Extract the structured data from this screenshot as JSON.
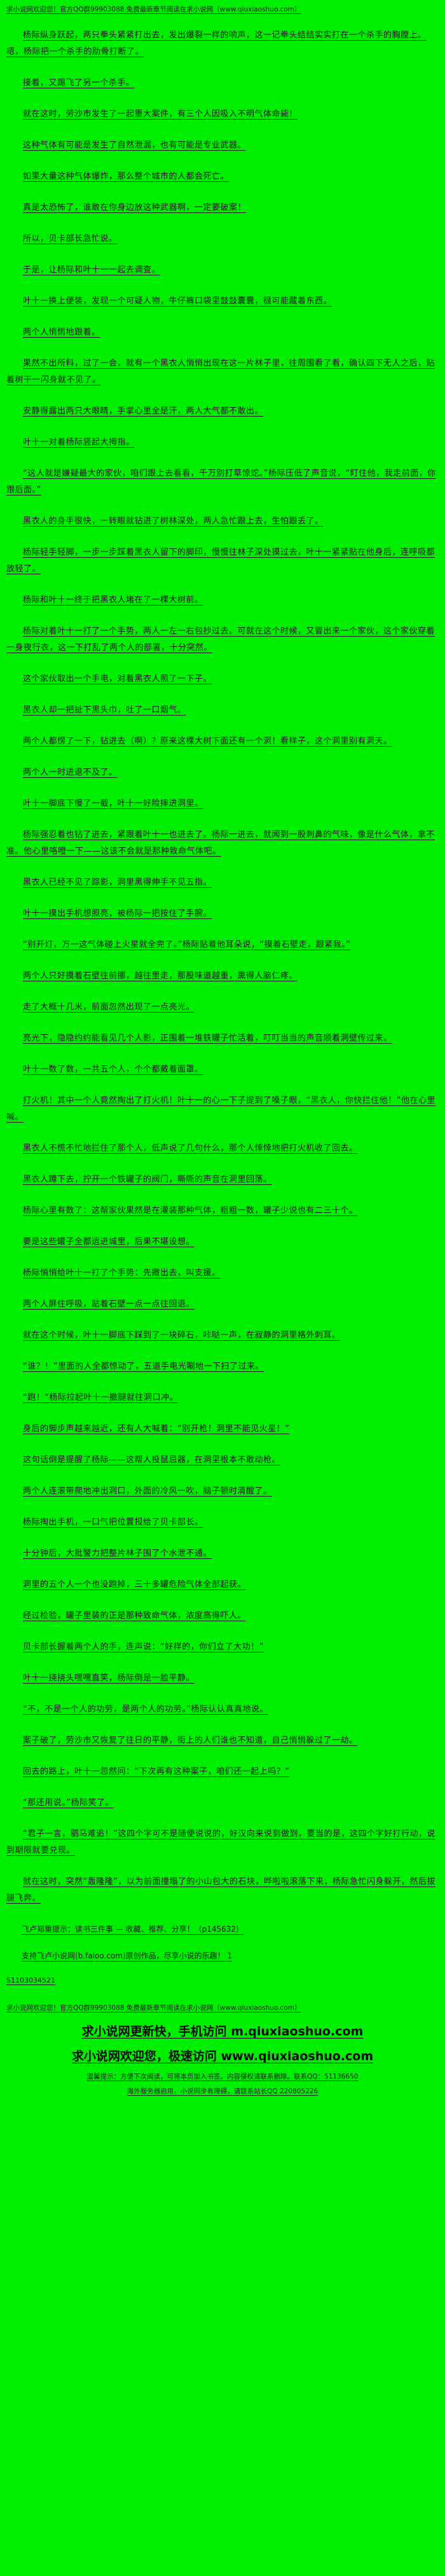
{
  "page": {
    "bg_color": "#00ee00",
    "text_color": "#1b1b1b"
  },
  "header": {
    "notice": "求小说网欢迎您！官方QQ群99903088 免费最新章节阅读在求小说网（www.qiuxiaoshuo.com）"
  },
  "article": {
    "paragraphs": [
      "杨际纵身跃起，两只拳头紧紧打出去，发出爆裂一样的响声，这一记拳头结结实实打在一个杀手的胸膛上。嗯，杨际把一个杀手的肋骨打断了。",
      "接着，又踢飞了另一个杀手。",
      "就在这时，劳沙市发生了一起重大案件，有三个人因吸入不明气体命毙！",
      "这种气体有可能是发生了自然泄漏，也有可能是专业武器。",
      "如果大量这种气体爆炸，那么整个城市的人都会死亡。",
      "真是太恐怖了，谁敢在你身边放这种武器啊，一定要破案！",
      "所以，贝卡部长急忙说。",
      "于是，让杨际和叶十一一起去调查。",
      "叶十一换上便装，发现一个可疑人物，牛仔裤口袋里鼓鼓囊囊，很可能藏着东西。",
      "两个人悄悄地跟着。",
      "果然不出所料，过了一会，就有一个黑衣人悄悄出现在这一片林子里，往周围看了看，确认四下无人之后，贴着树干一闪身就不见了。",
      "安静得露出两只大眼睛，手掌心里全是汗，两人大气都不敢出。",
      "叶十一对着杨际竖起大拇指。",
      "“这人就是嫌疑最大的家伙，咱们跟上去看看，千万别打草惊蛇。”杨际压低了声音说，“盯住他，我走前面，你跟后面。”",
      "黑衣人的身手很快，一转眼就钻进了树林深处，两人急忙跟上去，生怕跟丢了。",
      "杨际轻手轻脚，一步一步踩着黑衣人留下的脚印，慢慢往林子深处摸过去，叶十一紧紧贴在他身后，连呼吸都放轻了。",
      "杨际和叶十一终于把黑衣人堵在了一棵大树前。",
      "杨际对着叶十一打了一个手势，两人一左一右包抄过去。可就在这个时候，又冒出来一个家伙，这个家伙穿着一身夜行衣，这一下打乱了两个人的部署，十分突然。",
      "这个家伙取出一个手电，对着黑衣人照了一下子。",
      "黑衣人却一把扯下黑头巾，吐了一口烟气。",
      "两个人都愣了一下，钻进去（啊）？原来这棵大树下面还有一个洞！看样子，这个洞里别有洞天。",
      "两个人一时进退不及了。",
      "叶十一脚底下慢了一截，叶十一好险摔进洞里。",
      "杨际强忍着也钻了进去，紧跟着叶十一也进去了。杨际一进去，就闻到一股刺鼻的气味，像是什么气体，拿不准。他心里咯噔一下——这该不会就是那种致命气体吧。",
      "黑衣人已经不见了踪影，洞里黑得伸手不见五指。",
      "叶十一摸出手机想照亮，被杨际一把按住了手腕。",
      "“别开灯，万一这气体碰上火星就全完了。”杨际贴着他耳朵说，“摸着石壁走，跟紧我。”",
      "两个人只好摸着石壁往前挪，越往里走，那股味道越重，熏得人脑仁疼。",
      "走了大概十几米，前面忽然出现了一点亮光。",
      "亮光下，隐隐约约能看见几个人影，正围着一堆铁罐子忙活着，叮叮当当的声音顺着洞壁传过来。",
      "叶十一数了数，一共五个人，个个都戴着面罩。",
      "打火机！其中一个人竟然掏出了打火机！叶十一的心一下子提到了嗓子眼，“黑衣人，你快拦住他！”他在心里喊。",
      "黑衣人不慌不忙地拦住了那个人，低声说了几句什么，那个人悻悻地把打火机收了回去。",
      "黑衣人蹲下去，拧开一个铁罐子的阀门，嘶嘶的声音在洞里回荡。",
      "杨际心里有数了：这帮家伙果然是在灌装那种气体，粗粗一数，罐子少说也有二三十个。",
      "要是这些罐子全都运进城里，后果不堪设想。",
      "杨际悄悄给叶十一打了个手势：先撤出去，叫支援。",
      "两个人屏住呼吸，贴着石壁一点一点往回退。",
      "就在这个时候，叶十一脚底下踩到了一块碎石，咔哒一声，在寂静的洞里格外刺耳。",
      "“谁？！”里面的人全都惊动了，五道手电光唰地一下扫了过来。",
      "“跑！”杨际拉起叶十一撒腿就往洞口冲。",
      "身后的脚步声越来越近，还有人大喊着：“别开枪！洞里不能见火星！”",
      "这句话倒是提醒了杨际——这帮人投鼠忌器，在洞里根本不敢动枪。",
      "两个人连滚带爬地冲出洞口，外面的冷风一吹，脑子顿时清醒了。",
      "杨际掏出手机，一口气把位置报给了贝卡部长。",
      "十分钟后，大批警力把整片林子围了个水泄不通。",
      "洞里的五个人一个也没跑掉，三十多罐危险气体全部起获。",
      "经过检验，罐子里装的正是那种致命气体，浓度高得吓人。",
      "贝卡部长握着两个人的手，连声说：“好样的，你们立了大功！”",
      "叶十一挠挠头嘿嘿直笑，杨际倒是一脸平静。",
      "“不，不是一个人的功劳，是两个人的功劳。”杨际认认真真地说。",
      "案子破了，劳沙市又恢复了往日的平静，街上的人们谁也不知道，自己悄悄躲过了一劫。",
      "回去的路上，叶十一忽然问：“下次再有这种案子，咱们还一起上吗？”",
      "“那还用说。”杨际笑了。",
      "“君子一言，驷马难追！”这四个字可不是随便说说的，好汉向来说到做到，要当的是，这四个字好打行动，说到期限就要兑现。",
      "就在这时，突然“轰隆隆”，以为前面撞塌了的小山包大的石块，哗啦啦滚落下来，杨际急忙闪身躲开，然后拔腿飞奔。"
    ]
  },
  "faloo": {
    "reminder": "飞卢郑重提示：读书三件事 — 收藏、推荐、分享！（p145632）",
    "support": "支持飞卢小说网(b.faloo.com)原创作品，尽享小说的乐趣！ 1",
    "code": "S1103034521"
  },
  "footer": {
    "notice": "求小说网欢迎您！官方QQ群99903088 免费最新章节阅读在求小说网（www.qiuxiaoshuo.com）",
    "mobile_line": "求小说网更新快，手机访问 m.qiuxiaoshuo.com",
    "fast_line": "求小说网欢迎您，极速访问 www.qiuxiaoshuo.com",
    "tip1": "温馨提示：方便下次阅读，可将本页加入书签。内容侵权请联系删除。联系QQ：51136650",
    "tip2": "海外服务器启用，小说同步有障碍，请联系站长QQ 220805226"
  }
}
